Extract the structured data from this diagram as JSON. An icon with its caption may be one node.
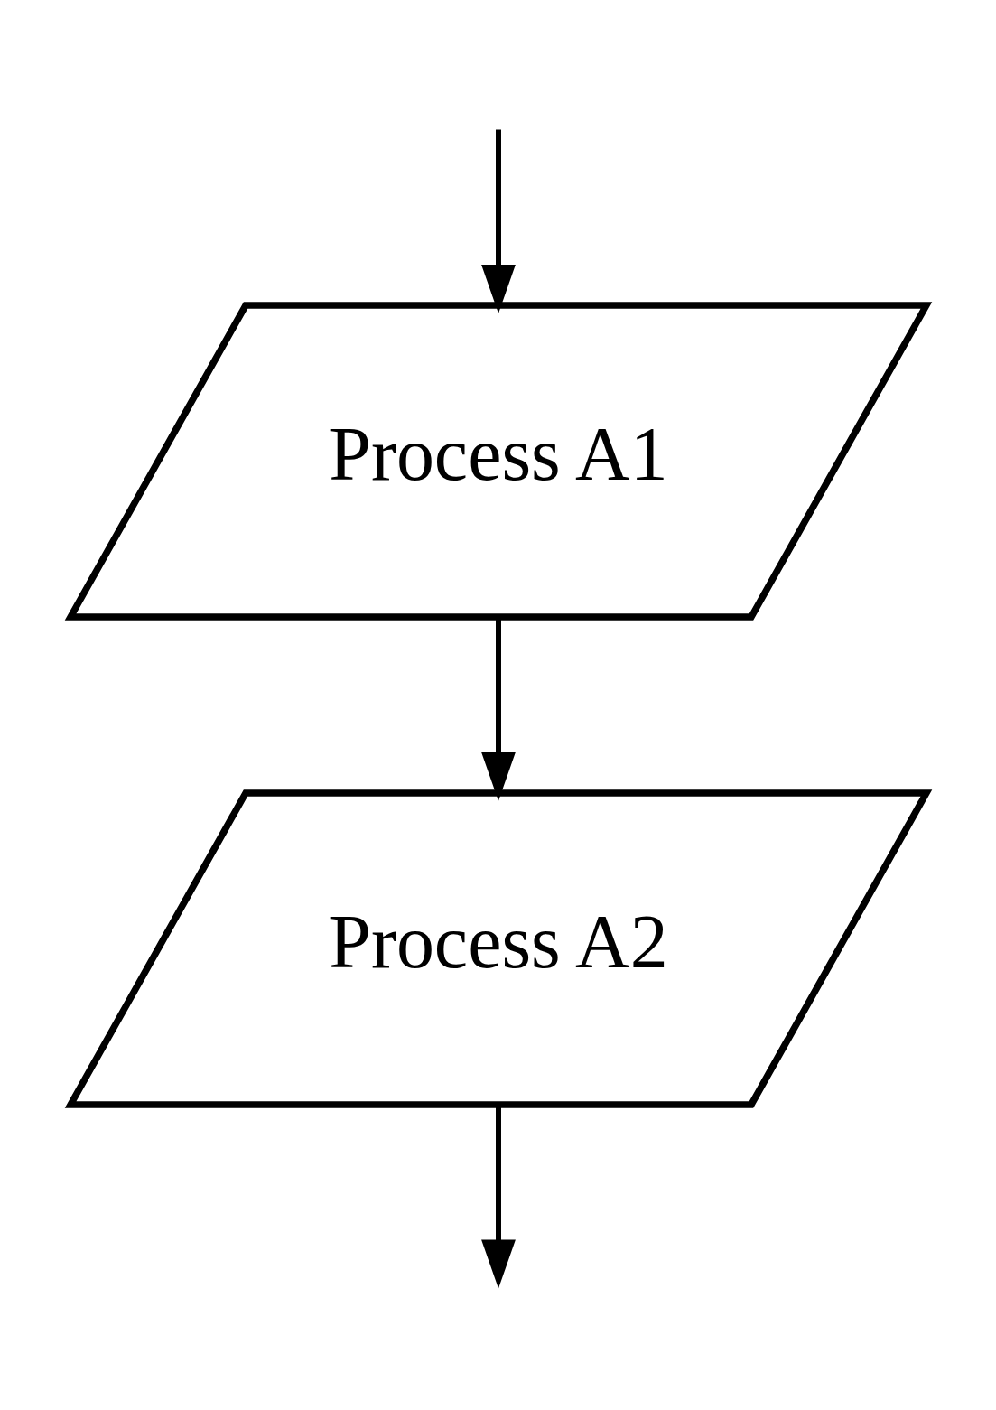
{
  "diagram": {
    "nodes": [
      {
        "text": [
          "Process A1"
        ]
      },
      {
        "text": [
          "Process A2"
        ]
      }
    ],
    "edges": [
      {
        "from": null,
        "to": 0,
        "arrow": "to"
      },
      {
        "from": 0,
        "to": 1,
        "arrow": "to"
      },
      {
        "from": 1,
        "to": null,
        "arrow": "to"
      }
    ]
  }
}
